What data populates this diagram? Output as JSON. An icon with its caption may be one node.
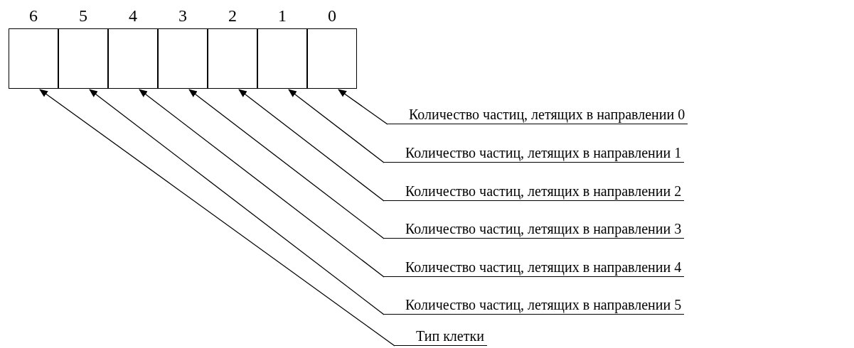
{
  "diagram": {
    "nodes": [
      {
        "text": [
          "6"
        ]
      },
      {
        "text": [
          "5"
        ]
      },
      {
        "text": [
          "4"
        ]
      },
      {
        "text": [
          "3"
        ]
      },
      {
        "text": [
          "2"
        ]
      },
      {
        "text": [
          "1"
        ]
      },
      {
        "text": [
          "0"
        ]
      },
      {
        "text": [
          "Количество частиц, летящих в направлении 0"
        ]
      },
      {
        "text": [
          "Количество частиц, летящих в направлении 1"
        ]
      },
      {
        "text": [
          "Количество частиц, летящих в направлении 2"
        ]
      },
      {
        "text": [
          "Количество частиц, летящих в направлении 3"
        ]
      },
      {
        "text": [
          "Количество частиц, летящих в направлении 4"
        ]
      },
      {
        "text": [
          "Количество частиц, летящих в направлении 5"
        ]
      },
      {
        "text": [
          "Тип клетки"
        ]
      }
    ],
    "edges": [
      {
        "from": 7,
        "to": 6,
        "arrow": "to"
      },
      {
        "from": 8,
        "to": 5,
        "arrow": "to"
      },
      {
        "from": 9,
        "to": 4,
        "arrow": "to"
      },
      {
        "from": 10,
        "to": 3,
        "arrow": "to"
      },
      {
        "from": 11,
        "to": 2,
        "arrow": "to"
      },
      {
        "from": 12,
        "to": 1,
        "arrow": "to"
      },
      {
        "from": 13,
        "to": 0,
        "arrow": "to"
      }
    ]
  }
}
